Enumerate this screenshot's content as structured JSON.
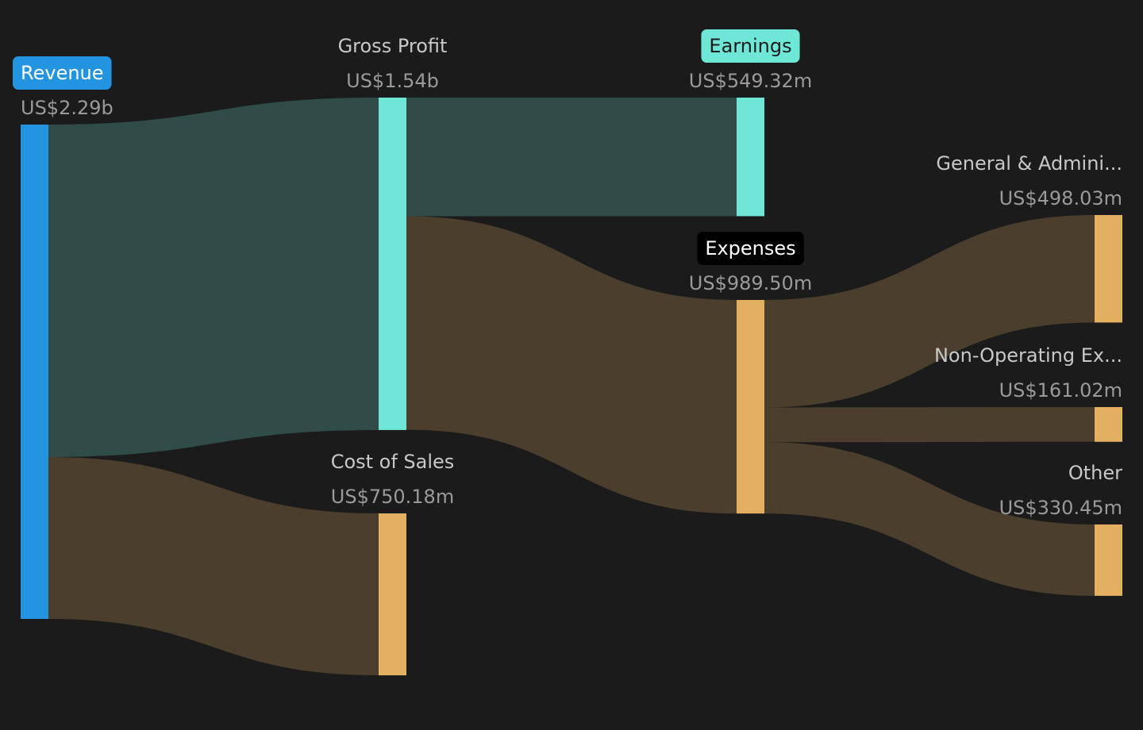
{
  "chart_data": {
    "type": "sankey",
    "currency_prefix": "US$",
    "nodes": [
      {
        "id": "revenue",
        "label": "Revenue",
        "value_text": "US$2.29b",
        "value": 2290,
        "color": "#2394df",
        "highlight": "#2394df",
        "highlight_text": "#ffffff"
      },
      {
        "id": "gross_profit",
        "label": "Gross Profit",
        "value_text": "US$1.54b",
        "value": 1540,
        "color": "#6ee7d6"
      },
      {
        "id": "cost_of_sales",
        "label": "Cost of Sales",
        "value_text": "US$750.18m",
        "value": 750.18,
        "color": "#e3b062"
      },
      {
        "id": "earnings",
        "label": "Earnings",
        "value_text": "US$549.32m",
        "value": 549.32,
        "color": "#6ee7d6",
        "highlight": "#6ee7d6",
        "highlight_text": "#1b1b1b"
      },
      {
        "id": "expenses",
        "label": "Expenses",
        "value_text": "US$989.50m",
        "value": 989.5,
        "color": "#e3b062",
        "highlight": "#000000",
        "highlight_text": "#ffffff"
      },
      {
        "id": "general_admin",
        "label": "General & Admini...",
        "value_text": "US$498.03m",
        "value": 498.03,
        "color": "#e3b062"
      },
      {
        "id": "non_operating",
        "label": "Non-Operating Ex...",
        "value_text": "US$161.02m",
        "value": 161.02,
        "color": "#e3b062"
      },
      {
        "id": "other",
        "label": "Other",
        "value_text": "US$330.45m",
        "value": 330.45,
        "color": "#e3b062"
      }
    ],
    "links": [
      {
        "source": "revenue",
        "target": "gross_profit",
        "value": 1540,
        "color": "#2f4c49"
      },
      {
        "source": "revenue",
        "target": "cost_of_sales",
        "value": 750.18,
        "color": "#4c3e2d"
      },
      {
        "source": "gross_profit",
        "target": "earnings",
        "value": 549.32,
        "color": "#2f4c49"
      },
      {
        "source": "gross_profit",
        "target": "expenses",
        "value": 989.5,
        "color": "#4c3e2d"
      },
      {
        "source": "expenses",
        "target": "general_admin",
        "value": 498.03,
        "color": "#4c3e2d"
      },
      {
        "source": "expenses",
        "target": "non_operating",
        "value": 161.02,
        "color": "#4c3e2d"
      },
      {
        "source": "expenses",
        "target": "other",
        "value": 330.45,
        "color": "#4c3e2d"
      }
    ]
  }
}
